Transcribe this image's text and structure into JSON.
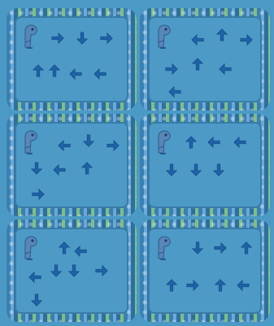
{
  "cards": [
    {
      "arrows": [
        "right",
        "down",
        "right",
        "up",
        "up",
        "left",
        "left"
      ]
    },
    {
      "arrows": [
        "left",
        "up",
        "right",
        "right",
        "up",
        "left",
        "left"
      ]
    },
    {
      "arrows": [
        "left",
        "down",
        "right",
        "down",
        "left",
        "up",
        "right"
      ]
    },
    {
      "arrows": [
        "up",
        "left",
        "left",
        "down",
        "down",
        "down"
      ]
    },
    {
      "arrows": [
        "up",
        "left",
        "down",
        "down",
        "right",
        "left",
        "down"
      ]
    },
    {
      "arrows": [
        "down",
        "right",
        "up",
        "up",
        "right",
        "up",
        "left"
      ]
    }
  ],
  "colors": {
    "arrow": "#1e63a8",
    "arrow_dark": "#154c85",
    "mouse": "#5a86b7"
  }
}
